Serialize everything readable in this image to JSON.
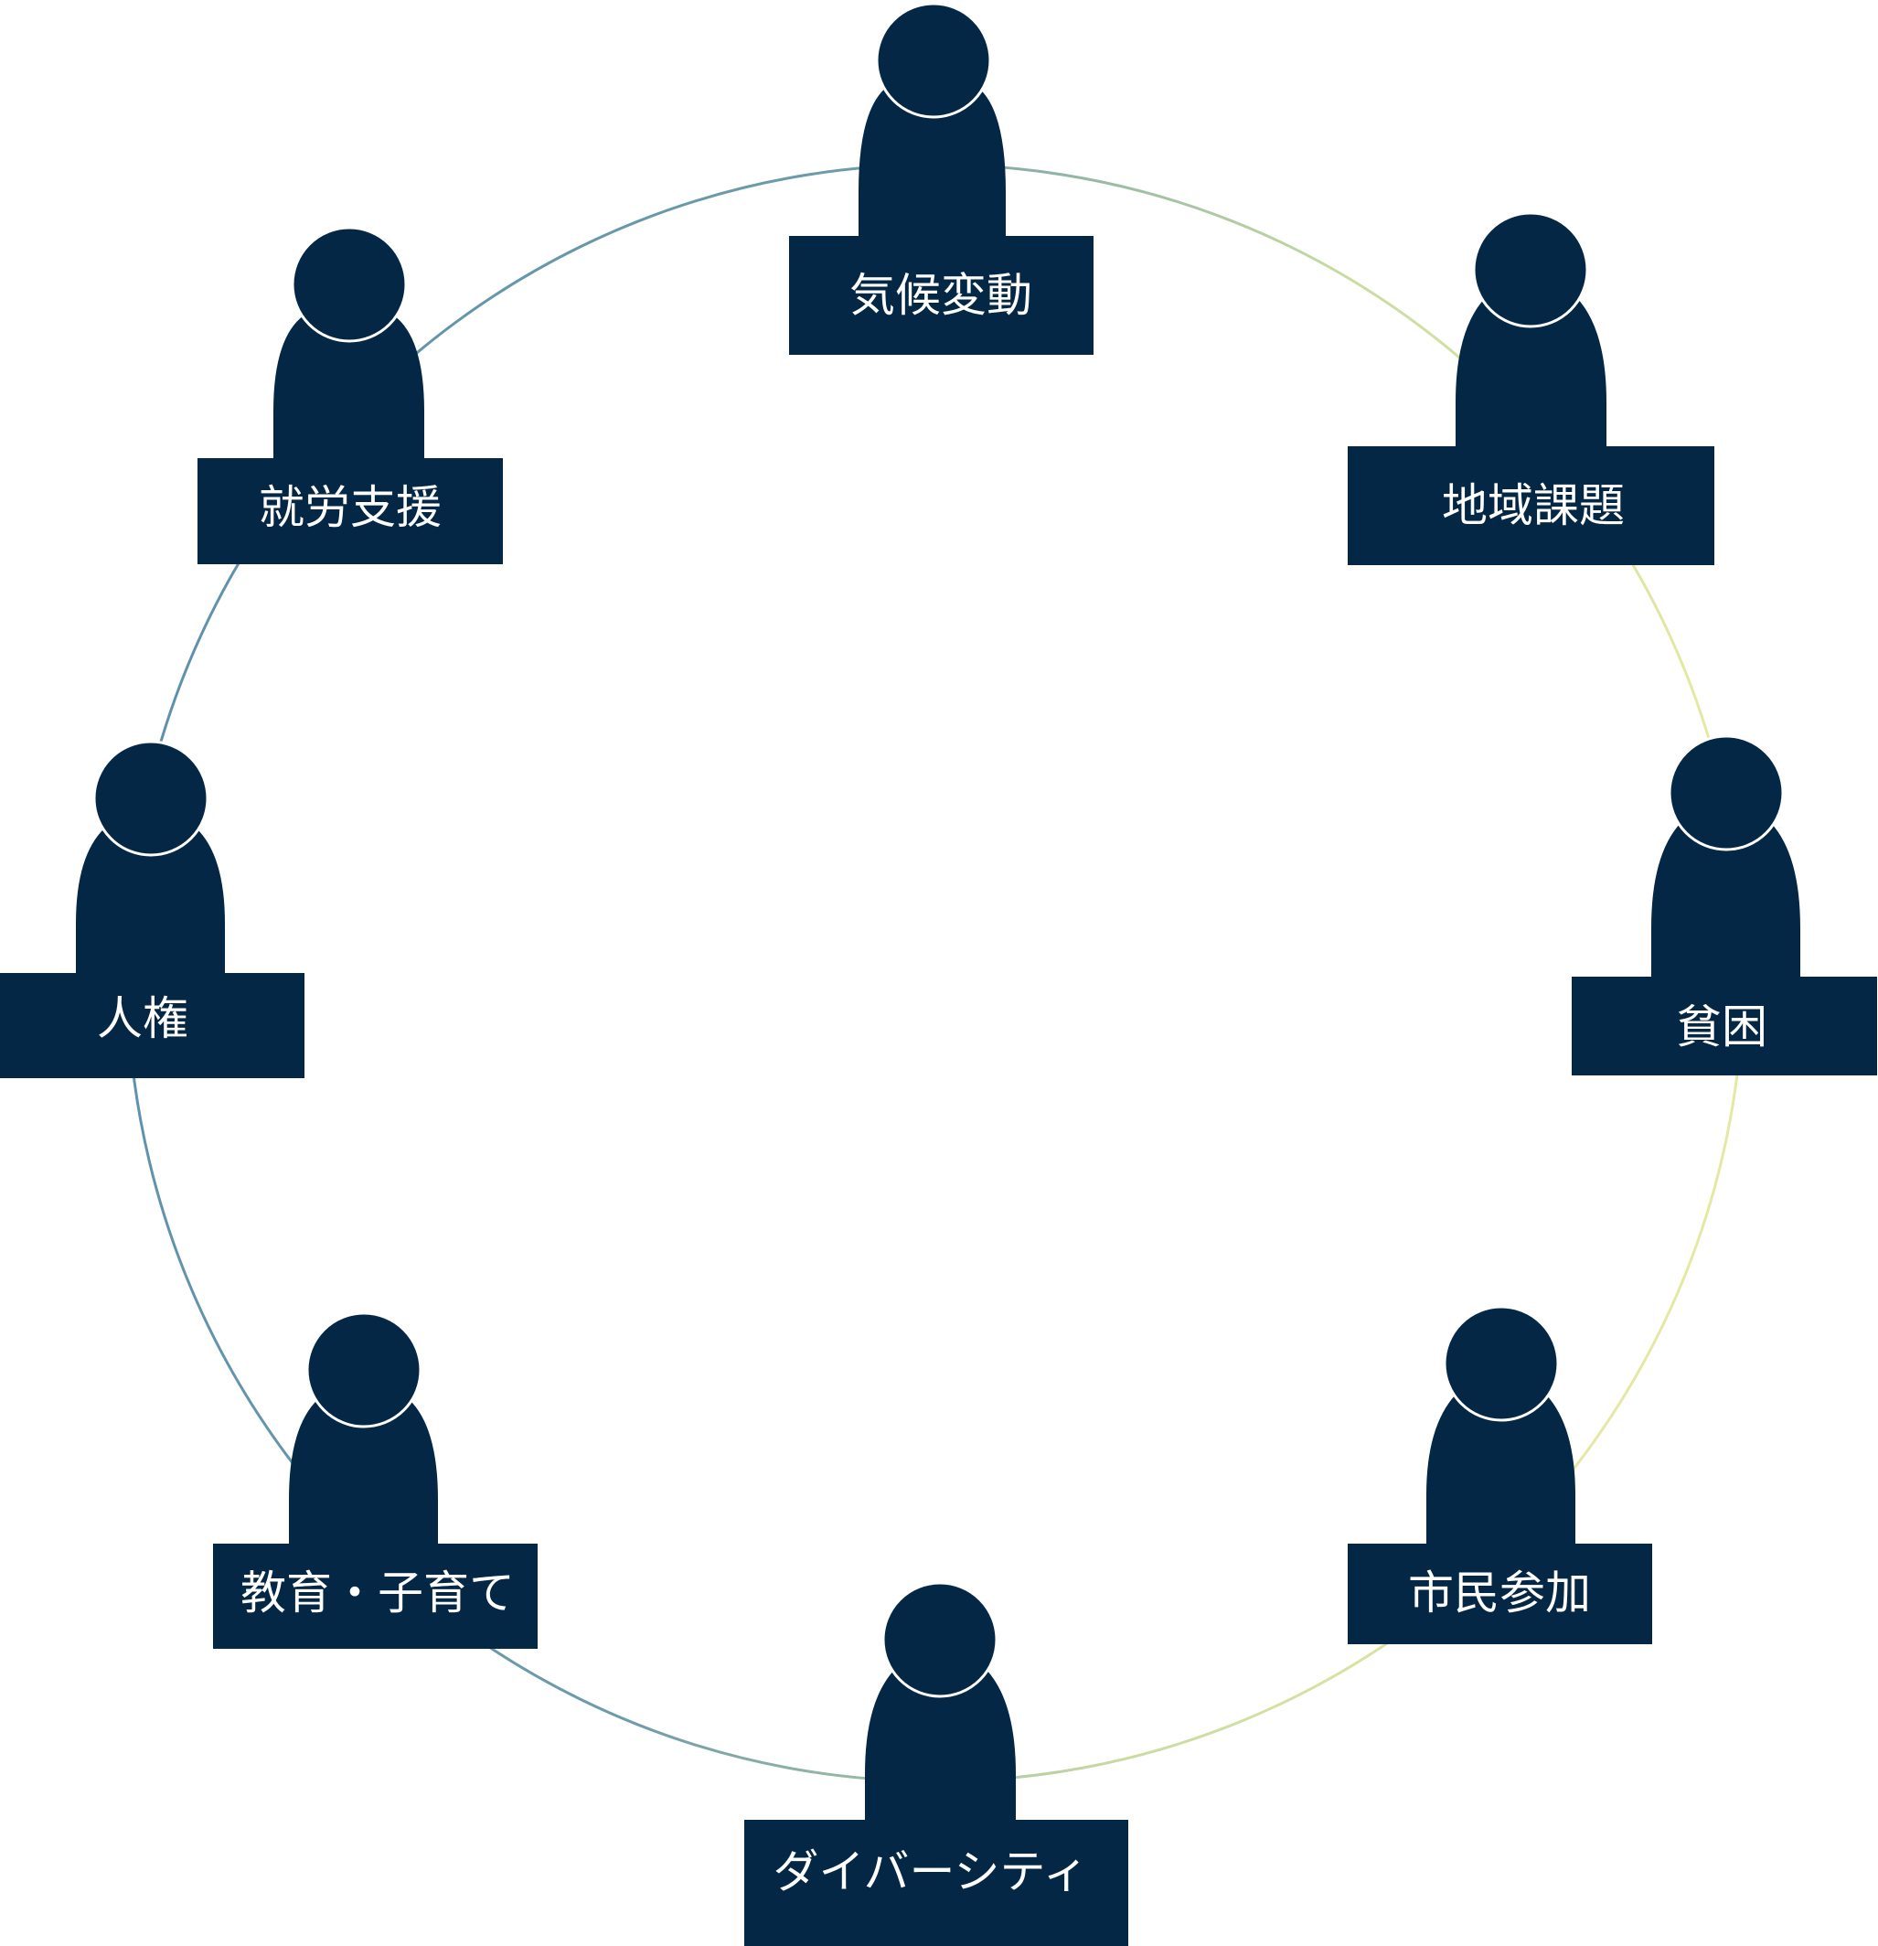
{
  "colors": {
    "figure": "#032744",
    "label_bg": "#032744",
    "label_text": "#ffffff",
    "head_outline": "#ffffff",
    "ring_gradient": [
      "#5b90ad",
      "#a7c7a0",
      "#e3e8a2",
      "#bad295"
    ]
  },
  "topics": [
    {
      "id": "climate",
      "label": "気候変動"
    },
    {
      "id": "regional",
      "label": "地域課題"
    },
    {
      "id": "poverty",
      "label": "貧困"
    },
    {
      "id": "civic",
      "label": "市民参加"
    },
    {
      "id": "diversity",
      "label": "ダイバーシティ"
    },
    {
      "id": "education",
      "label": "教育・子育て"
    },
    {
      "id": "human-rights",
      "label": "人権"
    },
    {
      "id": "employment",
      "label": "就労支援"
    }
  ]
}
